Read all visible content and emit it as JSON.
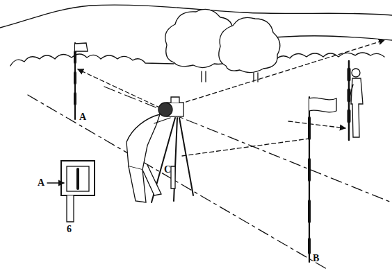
{
  "diagram": {
    "labels": [
      "A",
      "C",
      "A",
      "6",
      "B"
    ]
  }
}
